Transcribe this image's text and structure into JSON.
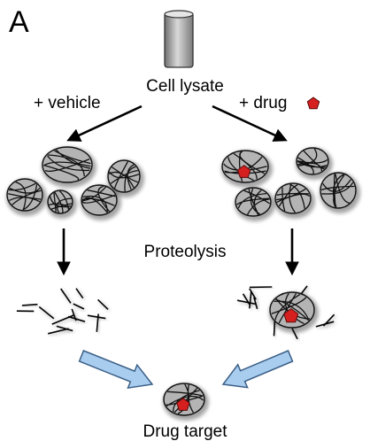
{
  "figure": {
    "panel_letter": "A",
    "tube_label": "Cell lysate",
    "vehicle_label": "+ vehicle",
    "drug_label": "+ drug",
    "step_label": "Proteolysis",
    "result_label": "Drug target"
  },
  "colors": {
    "drug": "#d62020",
    "protein_fill": "#b4b4b4",
    "arrow_fill": "#a9cdef",
    "arrow_stroke": "#3b5f86",
    "ink": "#111111"
  }
}
